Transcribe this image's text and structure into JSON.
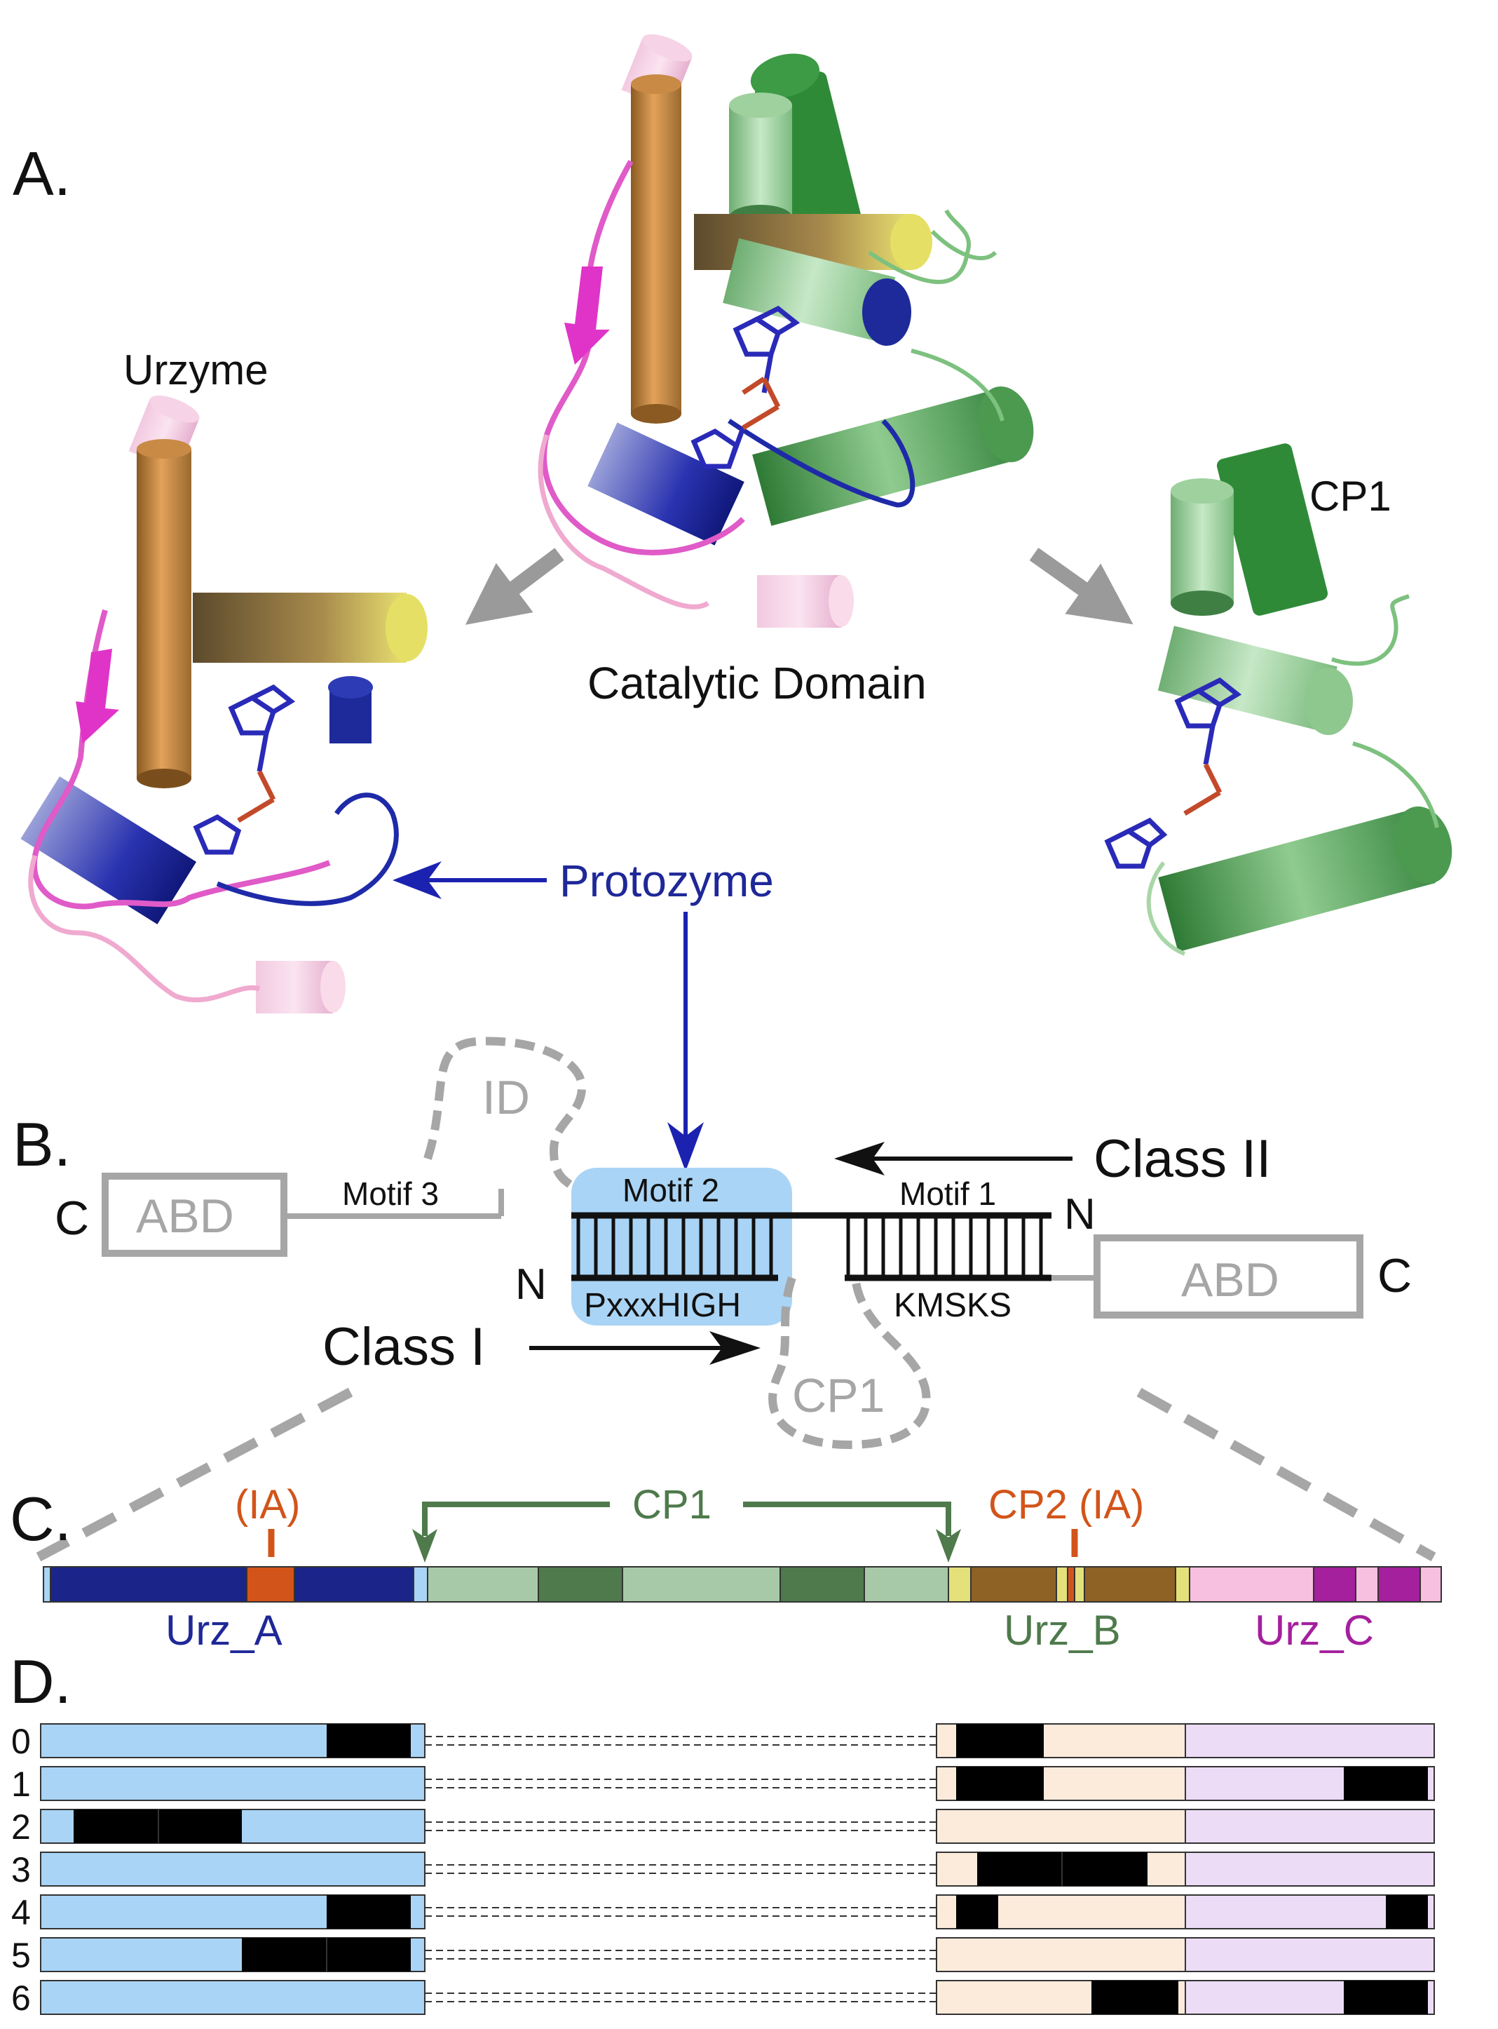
{
  "panel_a": {
    "letter": "A.",
    "urzyme_label": "Urzyme",
    "catalytic_label": "Catalytic Domain",
    "cp1_label": "CP1",
    "protozyme_label": "Protozyme"
  },
  "panel_b": {
    "letter": "B.",
    "id_label": "ID",
    "class_ii": "Class II",
    "class_i": "Class I",
    "abd_left": "ABD",
    "abd_right": "ABD",
    "c_left": "C",
    "c_right": "C",
    "n_left": "N",
    "n_right": "N",
    "motif3": "Motif 3",
    "motif2": "Motif 2",
    "motif1": "Motif 1",
    "pxxxhigh": "PxxxHIGH",
    "kmsks": "KMSKS",
    "cp1": "CP1"
  },
  "panel_c": {
    "letter": "C.",
    "ia": "(IA)",
    "cp1": "CP1",
    "cp2": "CP2 (IA)",
    "urz_a": "Urz_A",
    "urz_b": "Urz_B",
    "urz_c": "Urz_C"
  },
  "panel_d": {
    "letter": "D.",
    "rows": [
      {
        "label": "0"
      },
      {
        "label": "1"
      },
      {
        "label": "2"
      },
      {
        "label": "3"
      },
      {
        "label": "4"
      },
      {
        "label": "5"
      },
      {
        "label": "6"
      }
    ]
  },
  "colors": {
    "navy": "#1b2589",
    "dark_blue_text": "#1f2898",
    "orange": "#d2541a",
    "green": "#4f7a4c",
    "magenta": "#a4209d",
    "light_blue": "#a9d4f5",
    "peach": "#fcebdb",
    "lavender": "#ecdcf6",
    "grey": "#a6a6a6"
  }
}
